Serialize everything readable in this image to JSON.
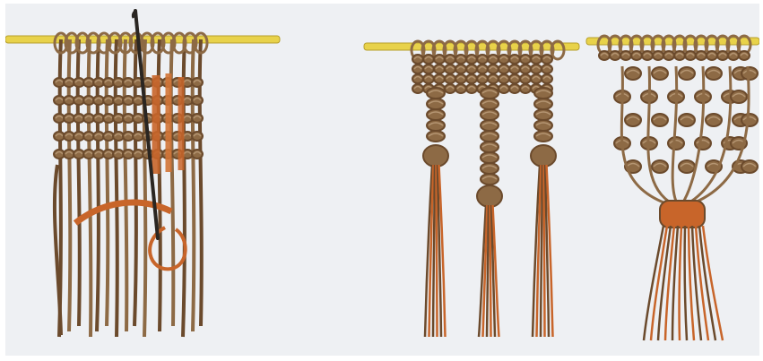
{
  "illustration": {
    "panels": [
      {
        "name": "cord-weaving-with-crochet-hook"
      },
      {
        "name": "knotted-sinnets"
      },
      {
        "name": "alternating-square-knots-gathered"
      }
    ]
  },
  "palette": {
    "paper": "#eef0f3",
    "dowel": "#e8d24a",
    "cord_dark": "#6b4a2c",
    "cord_mid": "#8d6a45",
    "cord_light": "#b49572",
    "accent_orange": "#c8652a",
    "hook": "#2a2622"
  }
}
